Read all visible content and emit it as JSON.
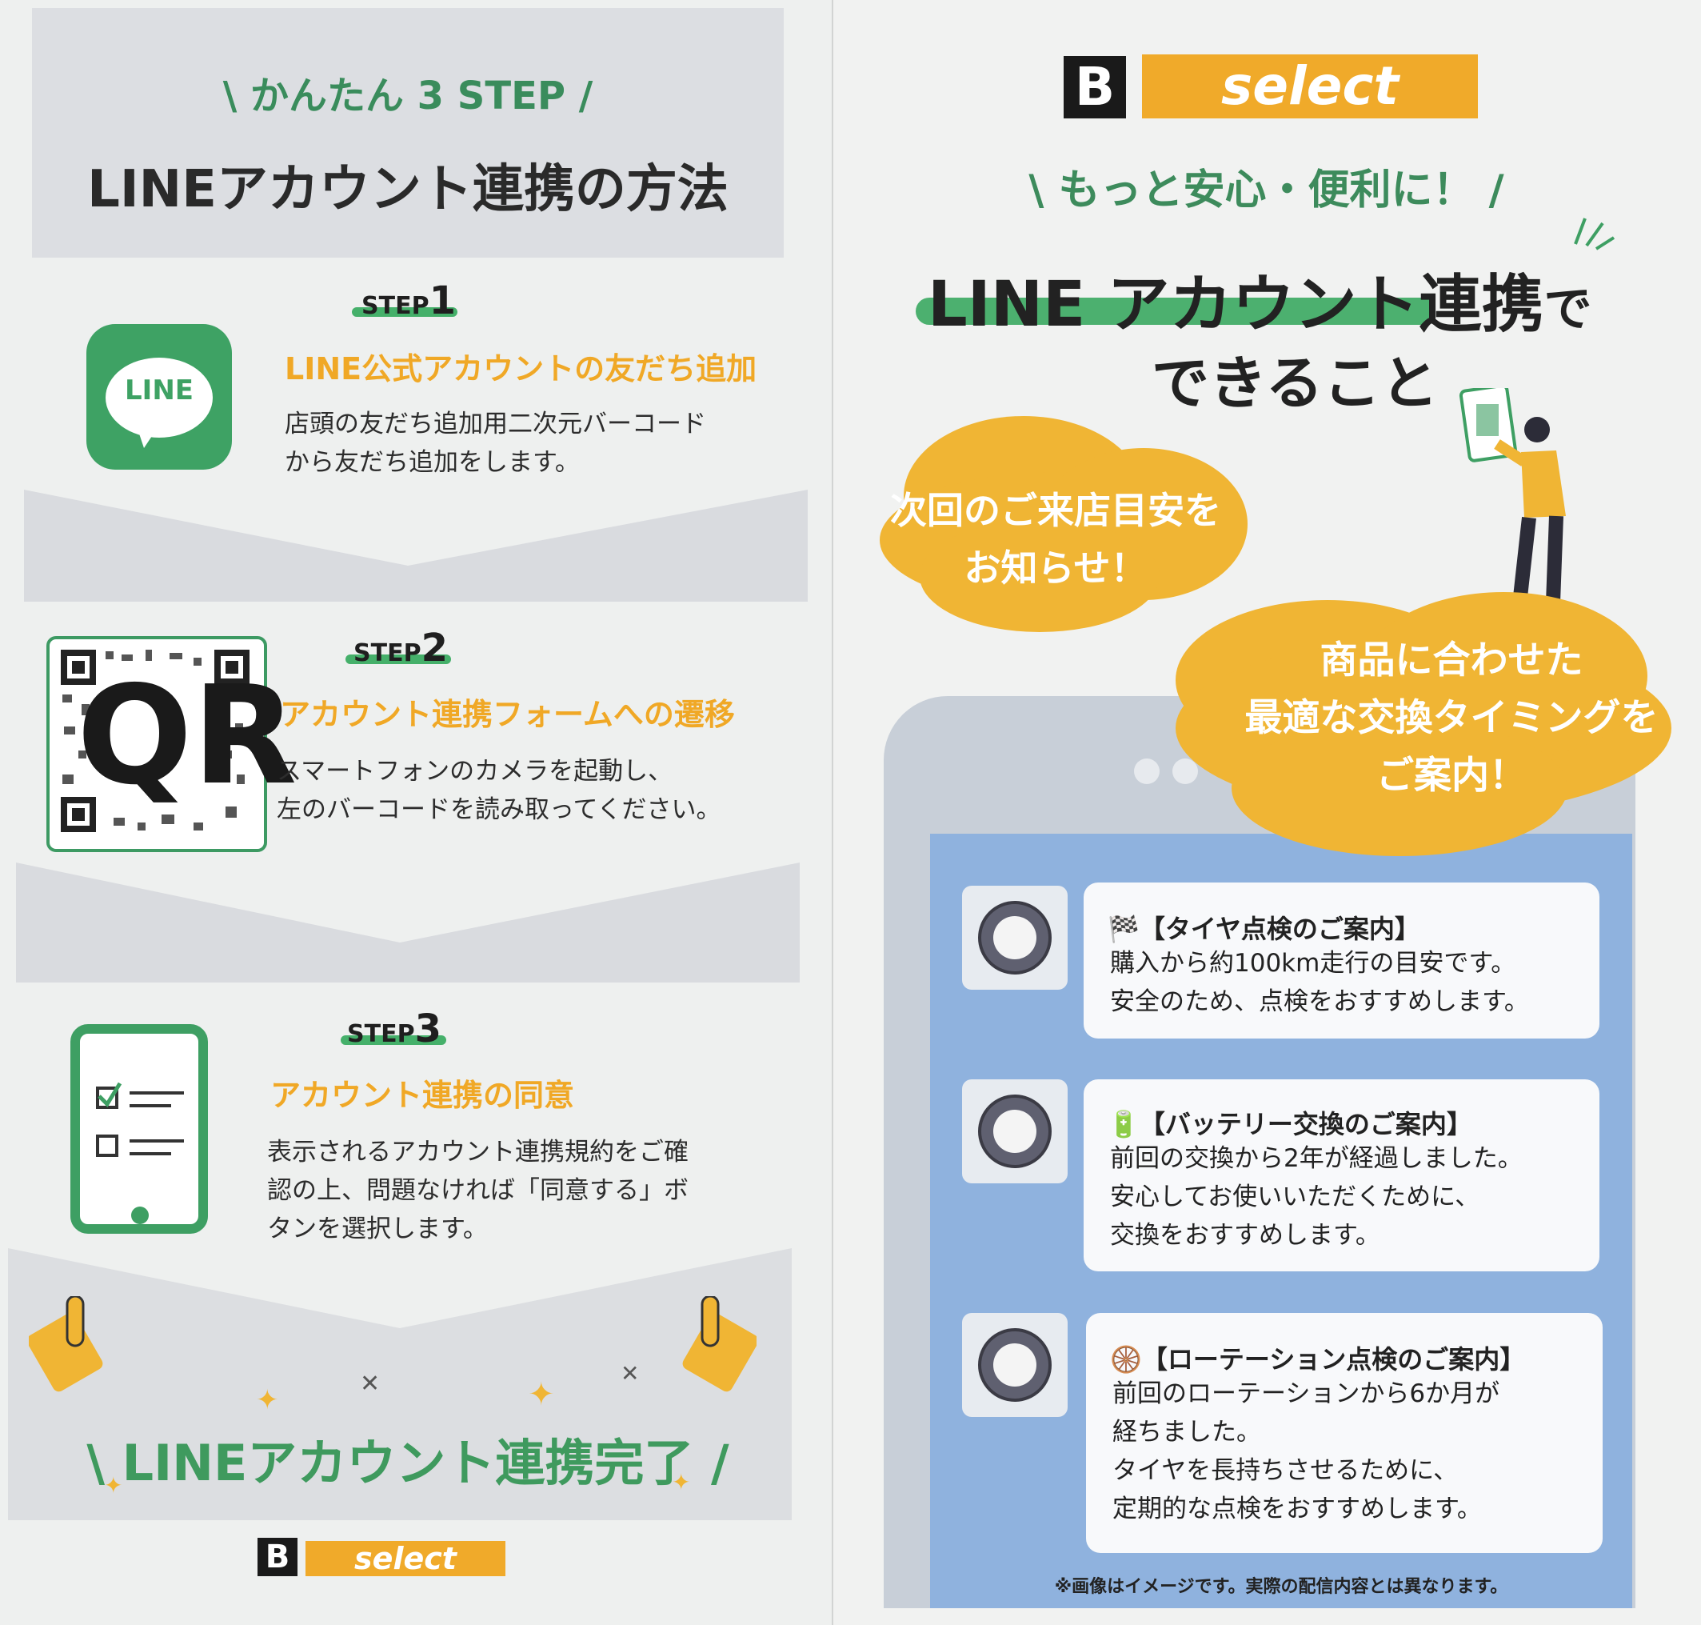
{
  "left": {
    "subtitle": "\\ かんたん 3 STEP /",
    "title": "LINEアカウント連携の方法",
    "steps": [
      {
        "label": "STEP",
        "num": "1",
        "title": "LINE公式アカウントの友だち追加",
        "desc": [
          "店頭の友だち追加用二次元バーコード",
          "から友だち追加をします。"
        ]
      },
      {
        "label": "STEP",
        "num": "2",
        "title": "アカウント連携フォームへの遷移",
        "desc": [
          "スマートフォンのカメラを起動し、",
          "左のバーコードを読み取ってください。"
        ]
      },
      {
        "label": "STEP",
        "num": "3",
        "title": "アカウント連携の同意",
        "desc": [
          "表示されるアカウント連携規約をご確",
          "認の上、問題なければ「同意する」ボ",
          "タンを選択します。"
        ]
      }
    ],
    "line_icon_text": "LINE",
    "qr_text": "QR",
    "complete": "\\ LINEアカウント連携完了 /",
    "logo": {
      "mark": "B",
      "text": "select"
    }
  },
  "right": {
    "logo": {
      "mark": "B",
      "text": "select"
    },
    "tagline": "\\ もっと安心・便利に！ /",
    "headline_a": "LINE アカウント連携",
    "headline_b": "で",
    "headline2": "できること",
    "cloud1": [
      "次回のご来店目安を",
      "お知らせ！"
    ],
    "cloud2": [
      "商品に合わせた",
      "最適な交換タイミングを",
      "ご案内！"
    ],
    "messages": [
      {
        "emoji": "🏁",
        "title": "【タイヤ点検のご案内】",
        "body": [
          "購入から約100km走行の目安です。",
          "安全のため、点検をおすすめします。"
        ]
      },
      {
        "emoji": "🔋",
        "title": "【バッテリー交換のご案内】",
        "body": [
          "前回の交換から2年が経過しました。",
          "安心してお使いいただくために、",
          "交換をおすすめします。"
        ]
      },
      {
        "emoji": "🛞",
        "title": "【ローテーション点検のご案内】",
        "body": [
          "前回のローテーションから6か月が",
          "経ちました。",
          "タイヤを長持ちさせるために、",
          "定期的な点検をおすすめします。"
        ]
      }
    ],
    "note": "※画像はイメージです。実際の配信内容とは異なります。"
  },
  "colors": {
    "green": "#3ea264",
    "orange": "#f0a826",
    "blue": "#8fb2de"
  }
}
